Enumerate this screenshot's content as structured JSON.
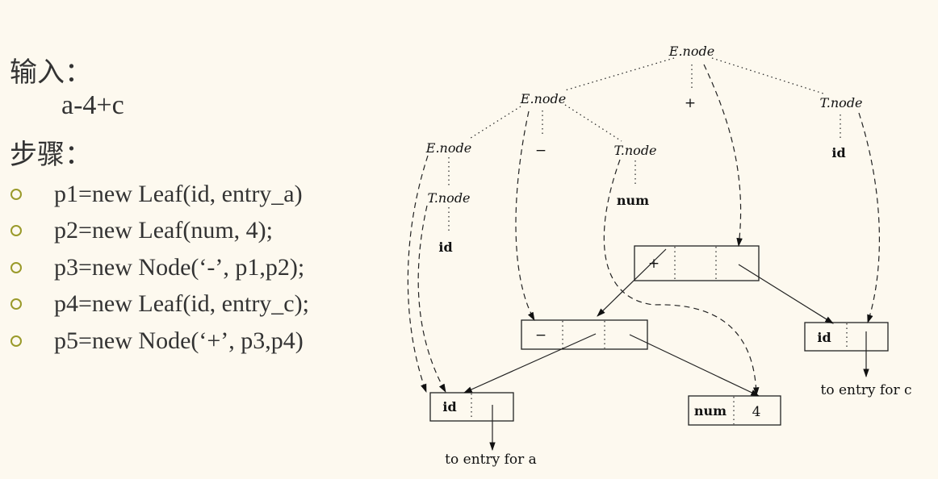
{
  "slide": {
    "input_heading": "输入：",
    "input_expr": "a-4+c",
    "steps_heading": "步骤：",
    "steps": [
      "p1=new Leaf(id, entry_a)",
      "p2=new Leaf(num, 4);",
      "p3=new Node(‘-’, p1,p2);",
      "p4=new Leaf(id, entry_c);",
      "p5=new Node(‘+’, p3,p4)"
    ]
  },
  "diagram": {
    "parse_tree": {
      "root": "E.node",
      "e_mid": "E.node",
      "plus": "+",
      "t_right": "T.node",
      "e_left": "E.node",
      "minus": "−",
      "t_mid": "T.node",
      "t_left": "T.node",
      "num": "num",
      "id_right": "id",
      "id_left": "id"
    },
    "syntax_tree": {
      "plus_node": "+",
      "minus_node": "−",
      "leaf_c_label": "id",
      "leaf_a_label": "id",
      "leaf_num_label": "num",
      "leaf_num_value": "4",
      "entry_a": "to entry for a",
      "entry_c": "to entry for c"
    }
  }
}
